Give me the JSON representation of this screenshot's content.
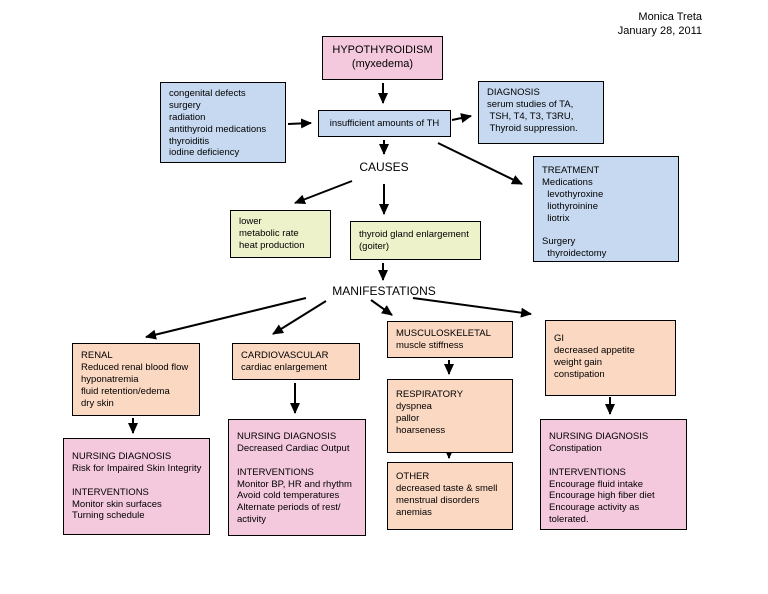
{
  "header": {
    "author": "Monica Treta",
    "date": "January 28, 2011"
  },
  "colors": {
    "box_blue": "#c6d9f0",
    "box_pink": "#f5c9dd",
    "box_yellow": "#eef2ca",
    "box_peach": "#fbd8c2",
    "border": "#000000",
    "background": "#ffffff"
  },
  "flow_labels": {
    "causes": "CAUSES",
    "manifestations": "MANIFESTATIONS"
  },
  "nodes": {
    "hypothyroidism": "HYPOTHYROIDISM\n(myxedema)",
    "etiology": "congenital defects\nsurgery\nradiation\nantithyroid medications\nthyroiditis\niodine deficiency",
    "insufficient_th": "insufficient amounts of TH",
    "diagnosis": "DIAGNOSIS\nserum studies of TA,\n TSH, T4, T3, T3RU,\n Thyroid suppression.",
    "treatment": "TREATMENT\nMedications\n  levothyroxine\n  liothyroinine\n  liotrix\n\nSurgery\n  thyroidectomy",
    "metabolic": "lower\nmetabolic rate\nheat production",
    "goiter": "thyroid gland enlargement\n(goiter)",
    "renal": "RENAL\nReduced renal blood flow\nhyponatremia\nfluid retention/edema\ndry skin",
    "cardiovascular": "CARDIOVASCULAR\ncardiac enlargement",
    "musculoskeletal": "MUSCULOSKELETAL\nmuscle stiffness",
    "gi": "GI\ndecreased appetite\nweight gain\nconstipation",
    "respiratory": "RESPIRATORY\ndyspnea\npallor\nhoarseness",
    "other": "OTHER\ndecreased taste & smell\nmenstrual disorders\nanemias",
    "nursing_renal": "NURSING DIAGNOSIS\nRisk for Impaired Skin Integrity\n\nINTERVENTIONS\nMonitor skin surfaces\nTurning schedule",
    "nursing_cardiac": "NURSING DIAGNOSIS\nDecreased Cardiac Output\n\nINTERVENTIONS\nMonitor BP, HR and rhythm\nAvoid cold temperatures\nAlternate periods of rest/\nactivity",
    "nursing_gi": "NURSING DIAGNOSIS\nConstipation\n\nINTERVENTIONS\nEncourage fluid intake\nEncourage high fiber diet\nEncourage activity as\ntolerated."
  }
}
